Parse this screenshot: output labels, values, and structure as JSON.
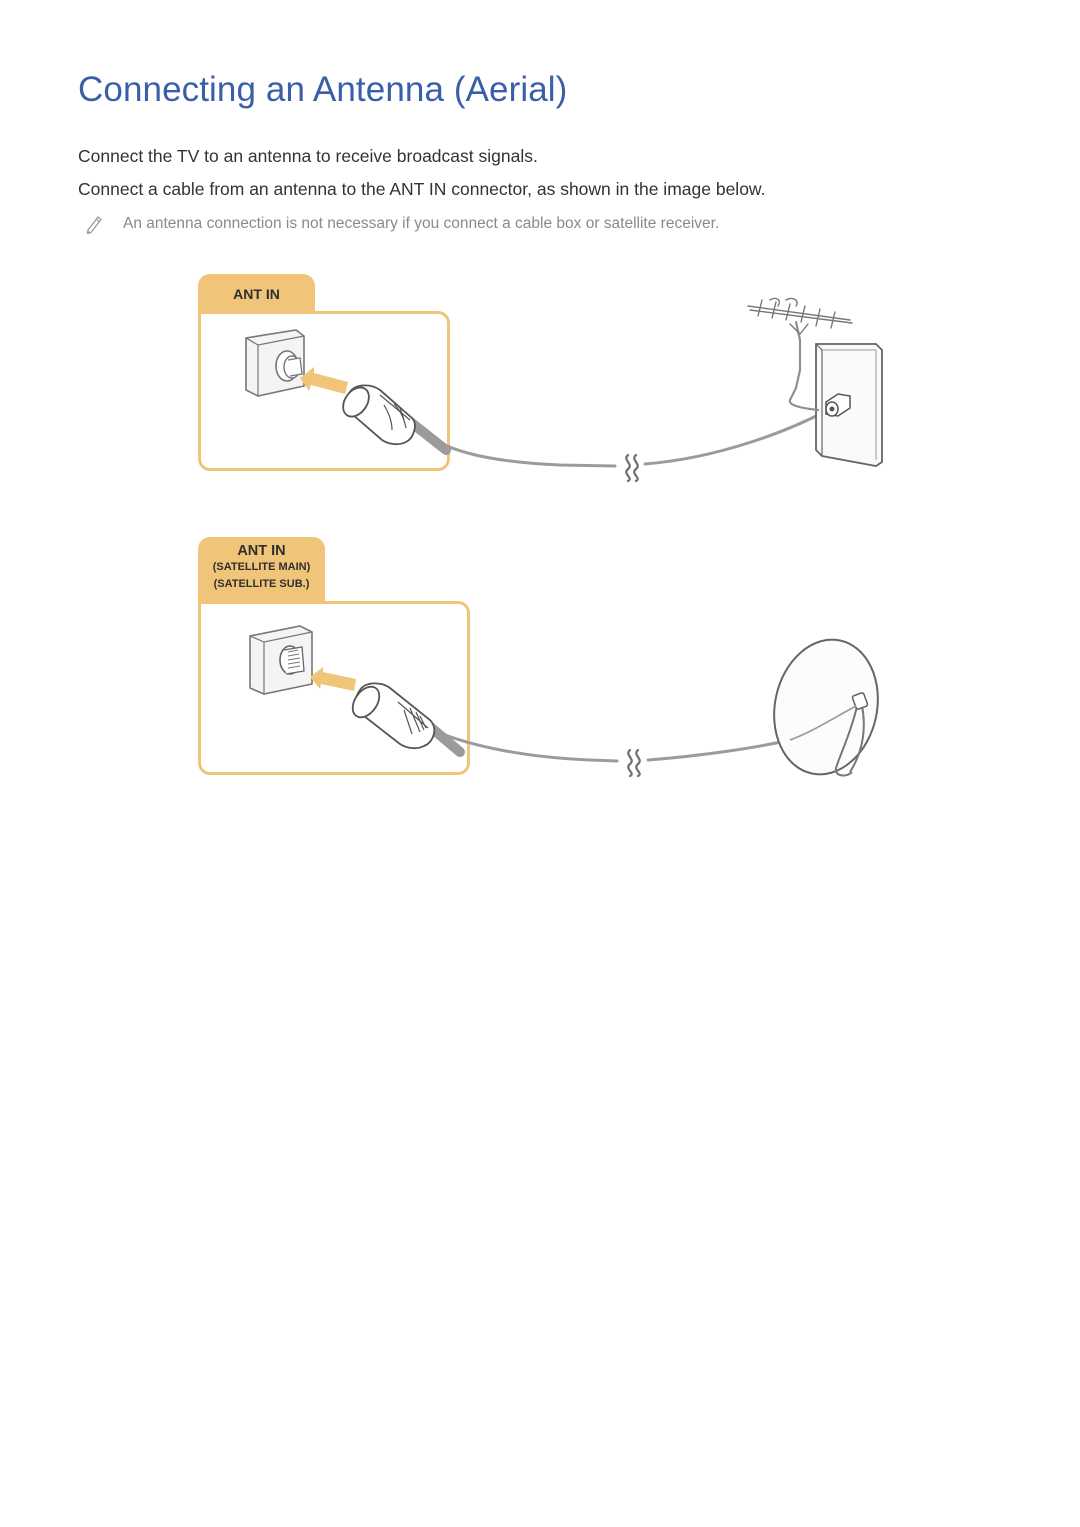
{
  "title": "Connecting an Antenna (Aerial)",
  "paragraphs": [
    "Connect the TV to an antenna to receive broadcast signals.",
    "Connect a cable from an antenna to the ANT IN connector, as shown in the image below."
  ],
  "note": {
    "icon": "pencil-note-icon",
    "text": "An antenna connection is not necessary if you connect a cable box or satellite receiver."
  },
  "diagram": {
    "accent_color": "#f0c57a",
    "title_color": "#3a5fa8",
    "terrestrial": {
      "label": "ANT IN",
      "icons": [
        "ant-in-port-icon",
        "coax-plug-icon",
        "arrow-icon",
        "cable-break-icon",
        "wall-socket-icon",
        "roof-antenna-icon"
      ]
    },
    "satellite": {
      "label": "ANT IN",
      "sublabels": [
        "(SATELLITE MAIN)",
        "(SATELLITE SUB.)"
      ],
      "icons": [
        "satellite-port-icon",
        "f-connector-plug-icon",
        "arrow-icon",
        "cable-break-icon",
        "satellite-dish-icon"
      ]
    }
  }
}
